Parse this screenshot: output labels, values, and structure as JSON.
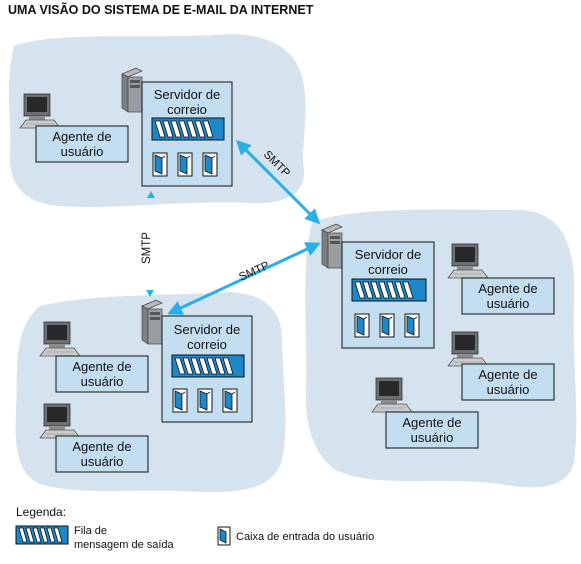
{
  "title": "UMA VISÃO DO SISTEMA DE E-MAIL DA INTERNET",
  "server_label": [
    "Servidor de",
    "correio"
  ],
  "agent_label": [
    "Agente de",
    "usuário"
  ],
  "smtp_label": "SMTP",
  "legend": {
    "heading": "Legenda:",
    "queue_label": [
      "Fila de",
      "mensagem de saída"
    ],
    "mailbox_label": "Caixa de entrada do usuário"
  },
  "colors": {
    "cloud": "#d5e3ee",
    "box_fill": "#c3def0",
    "queue_fill": "#1c87c9",
    "arrow": "#2aaee6"
  }
}
